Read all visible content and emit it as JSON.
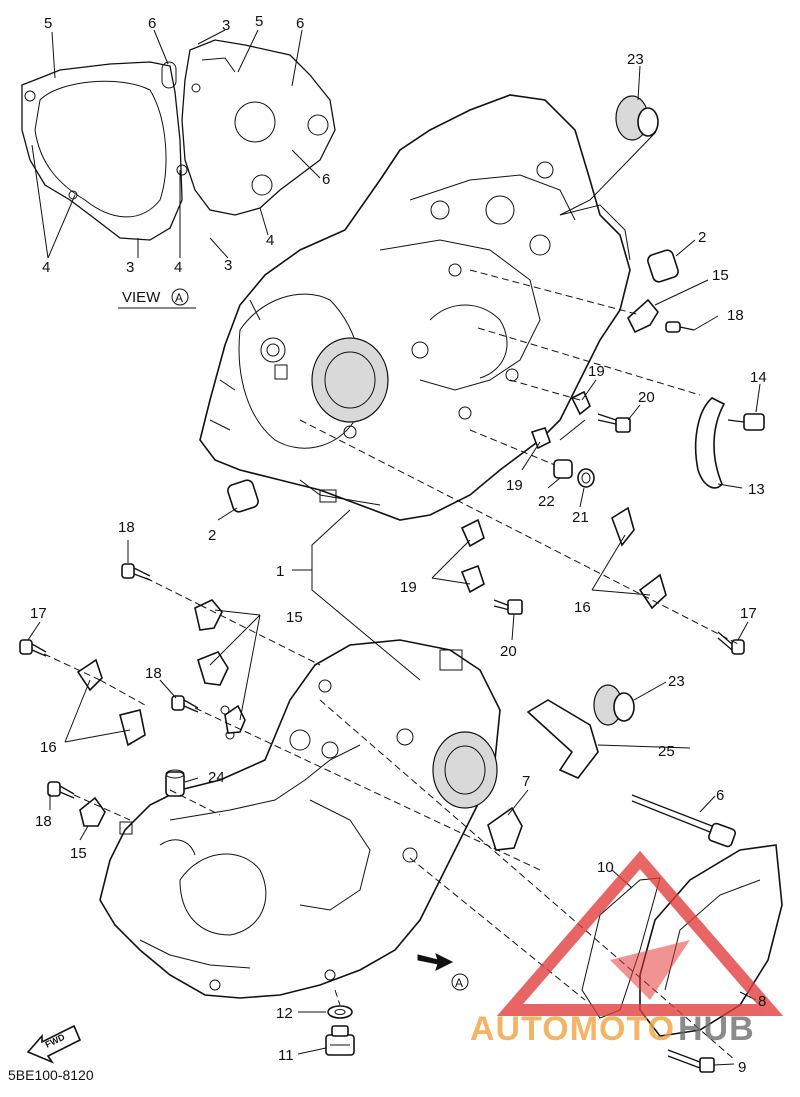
{
  "diagram": {
    "view_label": "VIEW",
    "view_marker": "A",
    "fwd_label": "FWD",
    "arrow_marker": "A",
    "part_code": "5BE100-8120",
    "watermark": {
      "left": "AUTOMOTO",
      "right": "HUB",
      "color_red": "#e23b3b",
      "color_orange": "#f2a03a"
    },
    "callouts": [
      "1",
      "2",
      "3",
      "4",
      "5",
      "6",
      "7",
      "8",
      "9",
      "10",
      "11",
      "12",
      "13",
      "14",
      "15",
      "16",
      "17",
      "18",
      "19",
      "20",
      "21",
      "22",
      "23",
      "24",
      "25"
    ]
  }
}
